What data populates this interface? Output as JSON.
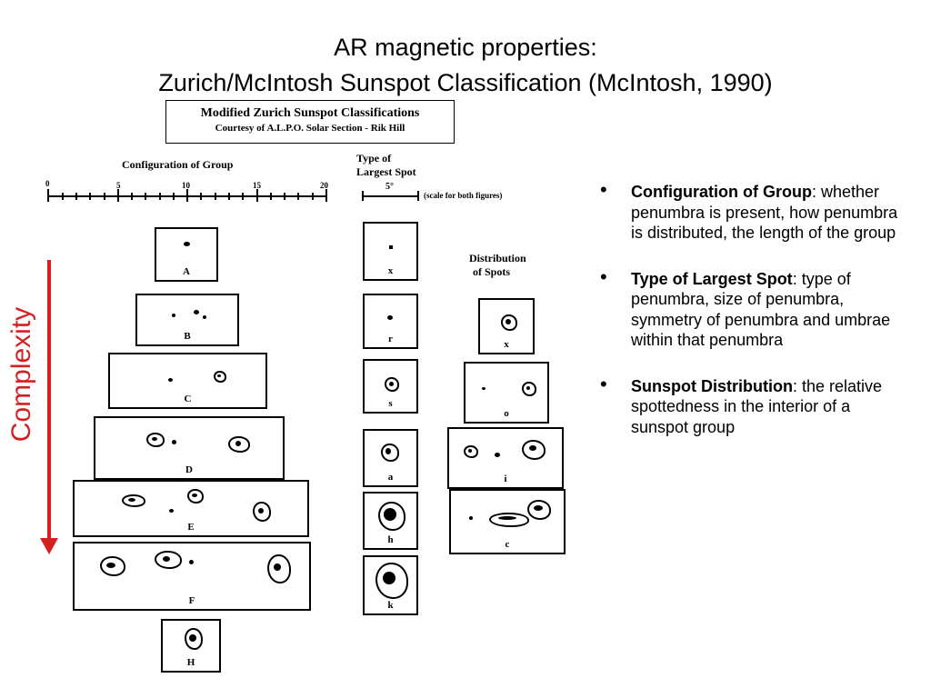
{
  "slide": {
    "title_line1": "AR magnetic properties:",
    "title_line2": "Zurich/McIntosh Sunspot Classification (McIntosh, 1990)",
    "complexity_label": "Complexity",
    "arrow_color": "#d42020"
  },
  "figure": {
    "credit_title": "Modified Zurich Sunspot Classifications",
    "credit_sub": "Courtesy of A.L.P.O. Solar Section - Rik Hill",
    "config_header": "Configuration of Group",
    "scale_ticks": [
      "0",
      "5",
      "10",
      "15",
      "20"
    ],
    "type_header_line1": "Type of",
    "type_header_line2": "Largest Spot",
    "type_scale_value": "5°",
    "type_scale_note": "(scale for both figures)",
    "dist_header_line1": "Distribution",
    "dist_header_line2": "of Spots",
    "group_classes": [
      "A",
      "B",
      "C",
      "D",
      "E",
      "F",
      "H"
    ],
    "spot_types": [
      "x",
      "r",
      "s",
      "a",
      "h",
      "k"
    ],
    "distributions": [
      "x",
      "o",
      "i",
      "c"
    ]
  },
  "bullets": [
    {
      "bold": "Configuration of Group",
      "rest": ": whether penumbra is present, how penumbra is distributed, the length of the group"
    },
    {
      "bold": "Type of Largest Spot",
      "rest": ": type of penumbra, size of penumbra, symmetry of penumbra and umbrae within that penumbra"
    },
    {
      "bold": "Sunspot Distribution",
      "rest": ": the relative spottedness in the interior of a sunspot group"
    }
  ]
}
